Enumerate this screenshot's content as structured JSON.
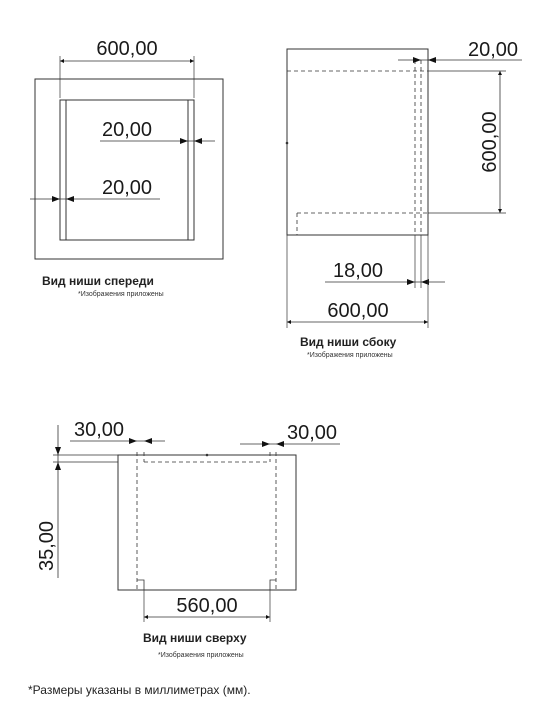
{
  "front": {
    "dim_width": "600,00",
    "dim_side_top": "20,00",
    "dim_side_bottom": "20,00",
    "caption": "Вид ниши спереди",
    "subcaption": "*Изображения приложены"
  },
  "side": {
    "dim_top": "20,00",
    "dim_height": "600,00",
    "dim_panel": "18,00",
    "dim_depth": "600,00",
    "caption": "Вид ниши сбоку",
    "subcaption": "*Изображения приложены"
  },
  "top": {
    "dim_left": "30,00",
    "dim_right": "30,00",
    "dim_depth": "35,00",
    "dim_width": "560,00",
    "caption": "Вид ниши сверху",
    "subcaption": "*Изображения приложены"
  },
  "footnote": "*Размеры указаны в миллиметрах (мм)."
}
